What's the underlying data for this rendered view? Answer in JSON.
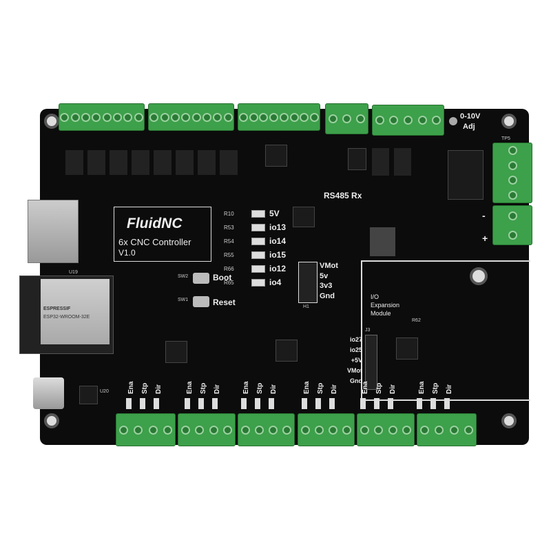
{
  "logo": {
    "brand": "FluidNC",
    "subtitle": "6x CNC Controller",
    "version": "V1.0"
  },
  "leds": [
    {
      "r": "R10",
      "label": "5V"
    },
    {
      "r": "R53",
      "label": "io13"
    },
    {
      "r": "R54",
      "label": "io14"
    },
    {
      "r": "R55",
      "label": "io15"
    },
    {
      "r": "R66",
      "label": "io12"
    },
    {
      "r": "R65",
      "label": "io4"
    }
  ],
  "buttons": {
    "boot": "Boot",
    "reset": "Reset",
    "sw2": "SW2",
    "sw1": "SW1"
  },
  "header_h1": {
    "name": "H1",
    "pins": [
      "VMot",
      "5v",
      "3v3",
      "Gnd"
    ]
  },
  "expansion": {
    "title": "I/O",
    "line2": "Expansion",
    "line3": "Module",
    "pins": [
      "io27",
      "io25",
      "+5V",
      "VMot",
      "Gnd"
    ],
    "ref": "J3",
    "r": "R62"
  },
  "top_right": {
    "analog": "0-10V",
    "adj": "Adj",
    "rs485": "RS485 Rx",
    "tp": "TP5",
    "minus": "-",
    "plus": "+"
  },
  "module": {
    "u19": "U19",
    "esp": "ESPRESSIF",
    "model": "ESP32-WROOM-32E",
    "u20": "U20"
  },
  "axis_labels": [
    "Ena",
    "Stp",
    "Dir"
  ],
  "colors": {
    "board": "#0c0c0c",
    "terminal": "#3da04a",
    "silkscreen": "#eeeeee"
  }
}
